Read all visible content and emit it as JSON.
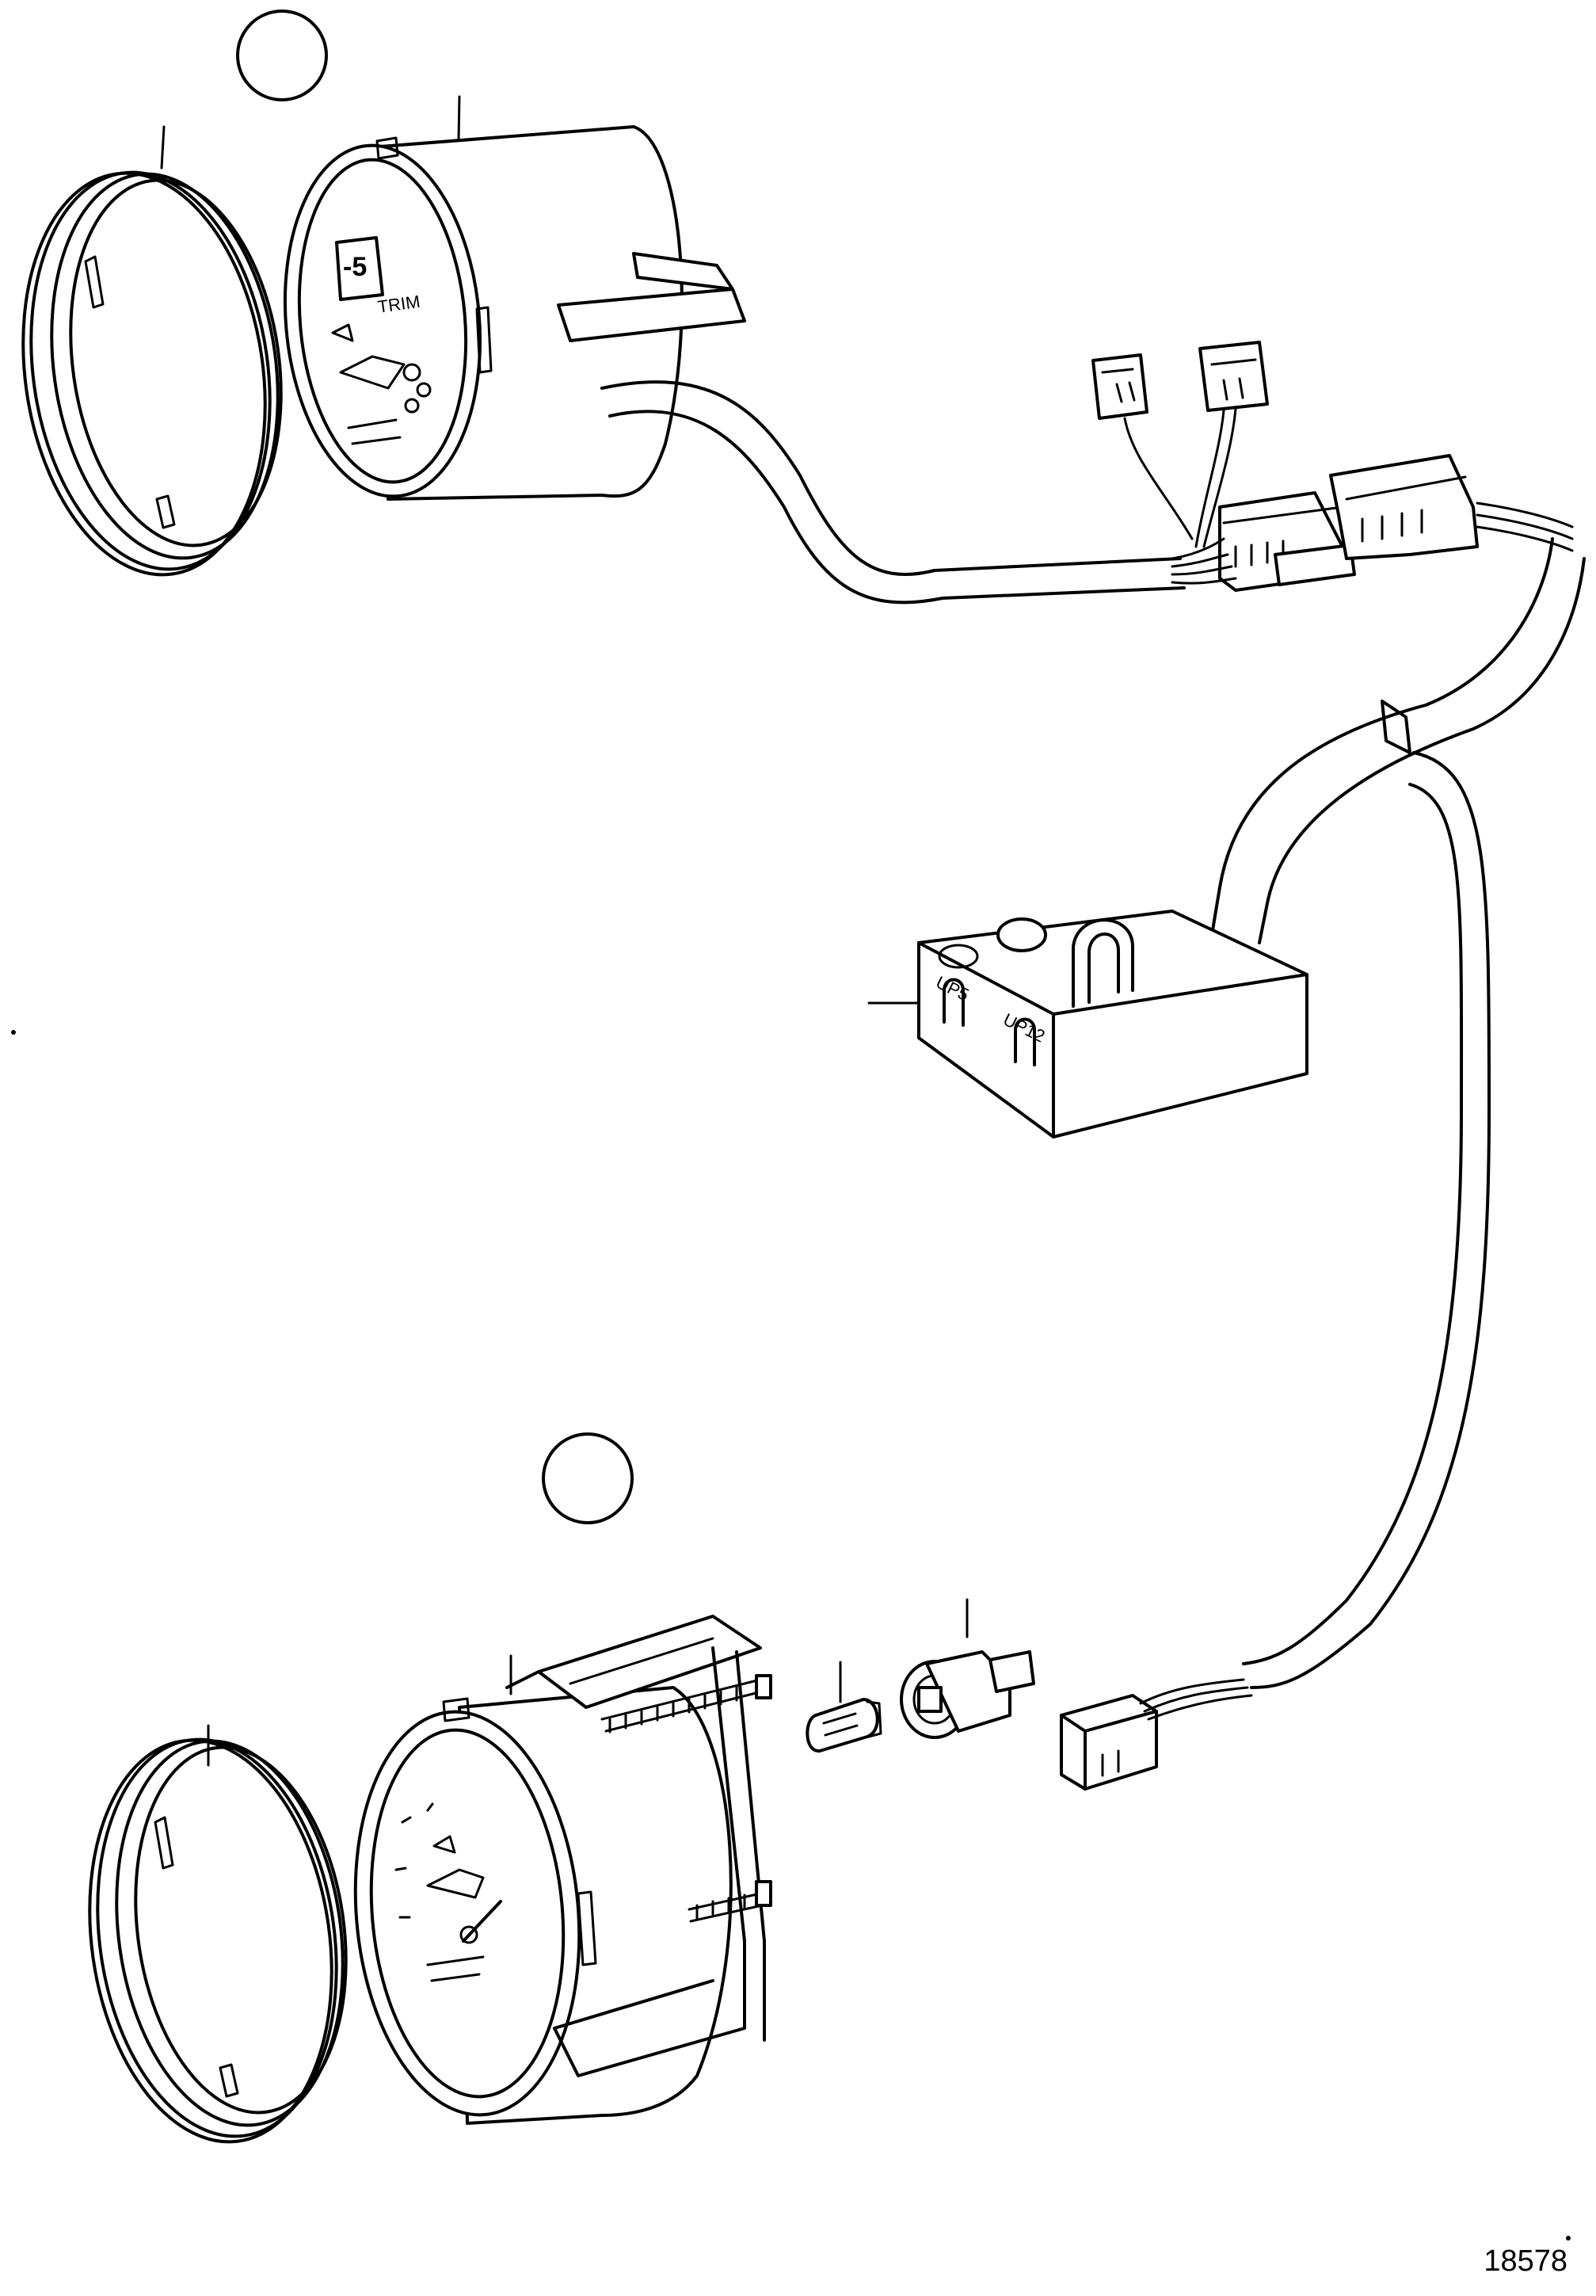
{
  "diagram": {
    "reference_number": "18578",
    "trim_display": {
      "digit": "-5",
      "label": "TRIM"
    },
    "module_labels": {
      "left": "UP5",
      "right": "UP12"
    }
  }
}
